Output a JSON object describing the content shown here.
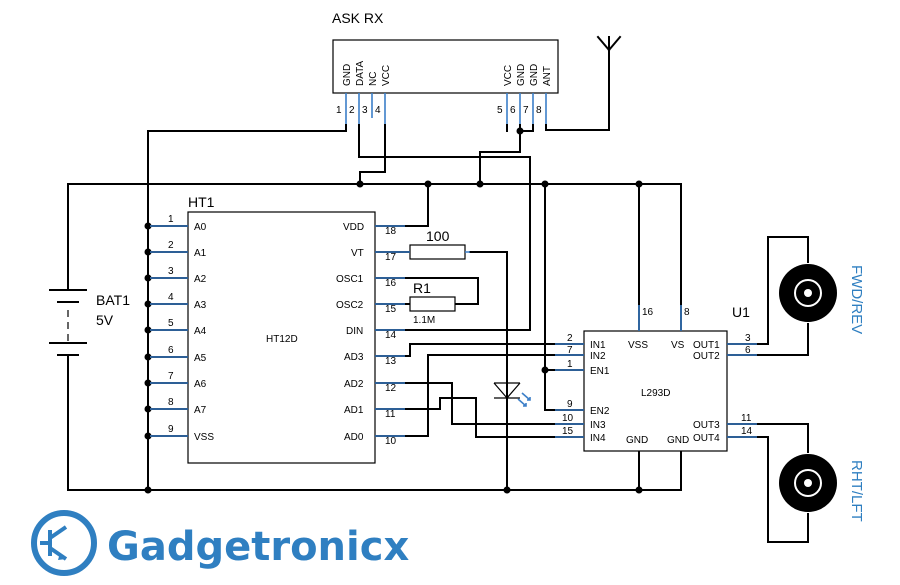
{
  "rx": {
    "title": "ASK RX",
    "pin_names": [
      "GND",
      "DATA",
      "NC",
      "VCC",
      "VCC",
      "GND",
      "GND",
      "ANT"
    ],
    "pin_numbers": [
      "1",
      "2",
      "3",
      "4",
      "5",
      "6",
      "7",
      "8"
    ]
  },
  "ht1": {
    "ref": "HT1",
    "part": "HT12D",
    "left_names": [
      "A0",
      "A1",
      "A2",
      "A3",
      "A4",
      "A5",
      "A6",
      "A7",
      "VSS"
    ],
    "left_numbers": [
      "1",
      "2",
      "3",
      "4",
      "5",
      "6",
      "7",
      "8",
      "9"
    ],
    "right_names": [
      "VDD",
      "VT",
      "OSC1",
      "OSC2",
      "DIN",
      "AD3",
      "AD2",
      "AD1",
      "AD0"
    ],
    "right_numbers": [
      "18",
      "17",
      "16",
      "15",
      "14",
      "13",
      "12",
      "11",
      "10"
    ]
  },
  "u1": {
    "ref": "U1",
    "part": "L293D",
    "left_names": [
      "IN1",
      "IN2",
      "EN1",
      "EN2",
      "IN3",
      "IN4"
    ],
    "left_numbers": [
      "2",
      "7",
      "1",
      "9",
      "10",
      "15"
    ],
    "top_names": [
      "VSS",
      "VS"
    ],
    "top_numbers": [
      "16",
      "8"
    ],
    "right_names": [
      "OUT1",
      "OUT2",
      "OUT3",
      "OUT4"
    ],
    "right_numbers": [
      "3",
      "6",
      "11",
      "14"
    ],
    "bottom_names": [
      "GND",
      "GND"
    ]
  },
  "battery": {
    "ref": "BAT1",
    "value": "5V"
  },
  "r_vt": {
    "value": "100"
  },
  "r1": {
    "ref": "R1",
    "value": "1.1M"
  },
  "motors": {
    "top_label": "FWD/REV",
    "bottom_label": "RHT/LFT"
  },
  "brand": {
    "name": "Gadgetronicx"
  },
  "colors": {
    "wire": "#000000",
    "brand": "#2f7fc1",
    "pin": "#3c7fc8"
  }
}
